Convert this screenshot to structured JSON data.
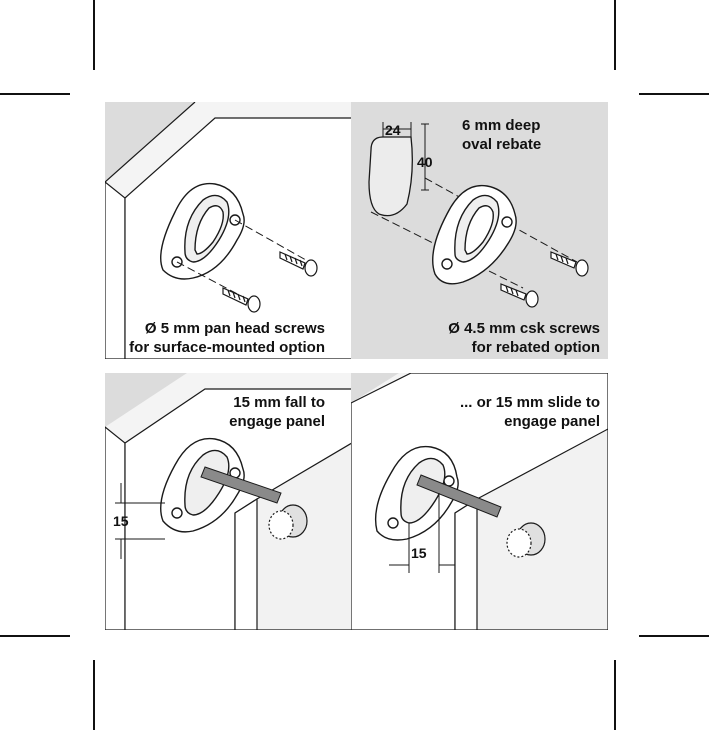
{
  "panels": {
    "surface": {
      "caption_lines": [
        "Ø 5 mm pan head screws",
        "for surface-mounted option"
      ]
    },
    "rebated": {
      "header_lines": [
        "6 mm deep",
        "oval rebate"
      ],
      "dim_width": "24",
      "dim_height": "40",
      "caption_lines": [
        "Ø 4.5 mm csk screws",
        "for rebated option"
      ]
    },
    "fall": {
      "caption_lines": [
        "15 mm fall to",
        "engage panel"
      ],
      "dim": "15"
    },
    "slide": {
      "caption_lines": [
        "... or 15 mm slide to",
        "engage panel"
      ],
      "dim": "15"
    }
  },
  "colors": {
    "panel_bg": "#dcdcdc",
    "board_face": "#ffffff",
    "board_edge": "#f2f2f2",
    "line": "#1a1a1a",
    "arrow_fill": "#8a8a8a"
  }
}
